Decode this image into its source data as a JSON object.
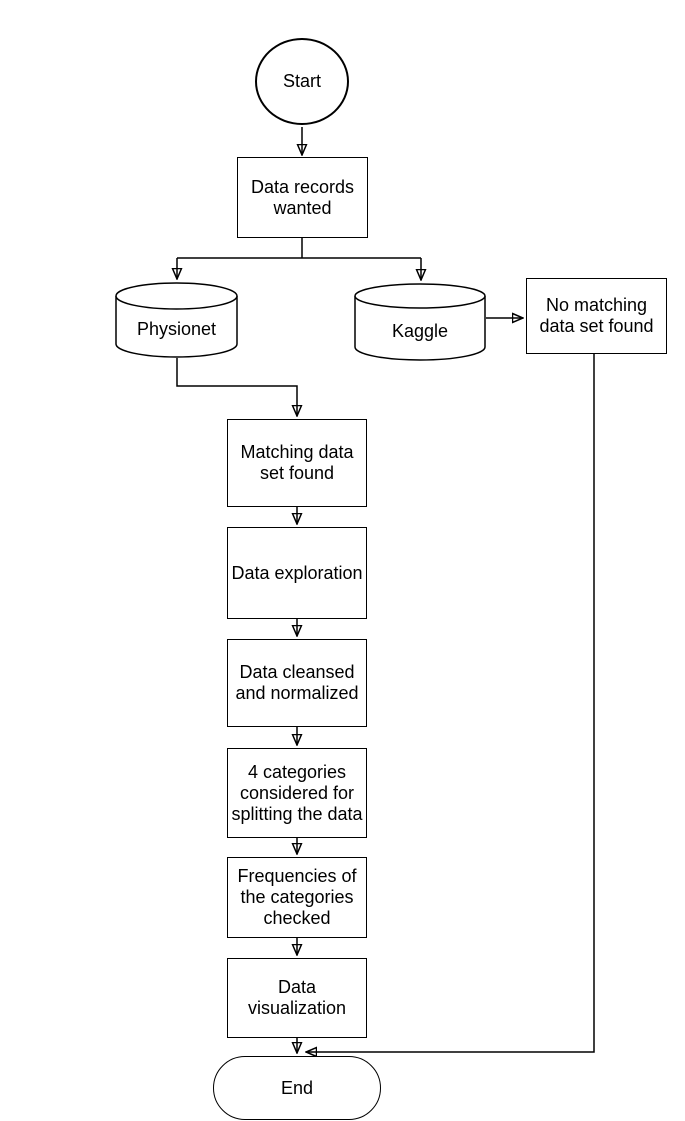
{
  "colors": {
    "background": "#ffffff",
    "stroke": "#000000",
    "fill": "#ffffff",
    "text": "#000000"
  },
  "flowchart": {
    "nodes": {
      "start": {
        "label": "Start",
        "shape": "ellipse"
      },
      "data_records": {
        "label": "Data records\nwanted",
        "shape": "rectangle"
      },
      "physionet": {
        "label": "Physionet",
        "shape": "database-cylinder"
      },
      "kaggle": {
        "label": "Kaggle",
        "shape": "database-cylinder"
      },
      "no_matching": {
        "label": "No matching\ndata set found",
        "shape": "rectangle"
      },
      "matching": {
        "label": "Matching data\nset found",
        "shape": "rectangle"
      },
      "exploration": {
        "label": "Data exploration",
        "shape": "rectangle"
      },
      "cleansed": {
        "label": "Data cleansed\nand normalized",
        "shape": "rectangle"
      },
      "categories": {
        "label": "4 categories\nconsidered for\nsplitting the data",
        "shape": "rectangle"
      },
      "frequencies": {
        "label": "Frequencies of\nthe categories\nchecked",
        "shape": "rectangle"
      },
      "visualization": {
        "label": "Data\nvisualization",
        "shape": "rectangle"
      },
      "end": {
        "label": "End",
        "shape": "terminator"
      }
    },
    "edges": [
      {
        "from": "start",
        "to": "data_records"
      },
      {
        "from": "data_records",
        "to": "physionet"
      },
      {
        "from": "data_records",
        "to": "kaggle"
      },
      {
        "from": "physionet",
        "to": "matching"
      },
      {
        "from": "kaggle",
        "to": "no_matching"
      },
      {
        "from": "matching",
        "to": "exploration"
      },
      {
        "from": "exploration",
        "to": "cleansed"
      },
      {
        "from": "cleansed",
        "to": "categories"
      },
      {
        "from": "categories",
        "to": "frequencies"
      },
      {
        "from": "frequencies",
        "to": "visualization"
      },
      {
        "from": "visualization",
        "to": "end"
      },
      {
        "from": "no_matching",
        "to": "end"
      }
    ]
  }
}
